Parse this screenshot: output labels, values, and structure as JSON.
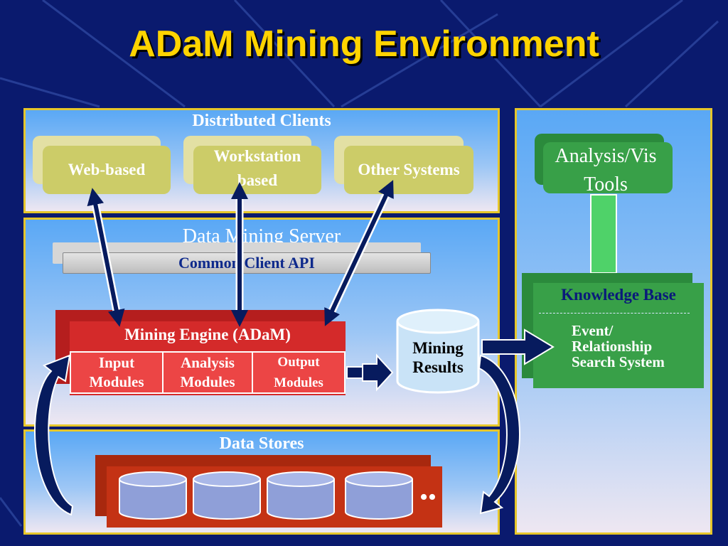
{
  "slide": {
    "title": "ADaM Mining Environment"
  },
  "clients": {
    "header": "Distributed Clients",
    "items": [
      {
        "label": "Web-based"
      },
      {
        "label": "Workstation based"
      },
      {
        "label": "Other Systems"
      }
    ]
  },
  "server": {
    "header": "Data Mining Server",
    "api_label": "Common Client API",
    "engine": {
      "label": "Mining Engine (ADaM)",
      "modules": [
        "Input Modules",
        "Analysis Modules",
        "Output Modules"
      ]
    },
    "results_label": "Mining Results"
  },
  "stores": {
    "header": "Data Stores",
    "more_indicator": "••"
  },
  "analysis": {
    "tools_label": "Analysis/Vis Tools",
    "kb_label": "Knowledge Base",
    "kb_contents": "Event/ Relationship Search System"
  },
  "colors": {
    "title": "#ffd400",
    "panel_border": "#e6c62a",
    "engine": "#d42a2a",
    "client_box": "#cccc68",
    "knowledge_base": "#38a048",
    "arrows": "#071b5e"
  }
}
